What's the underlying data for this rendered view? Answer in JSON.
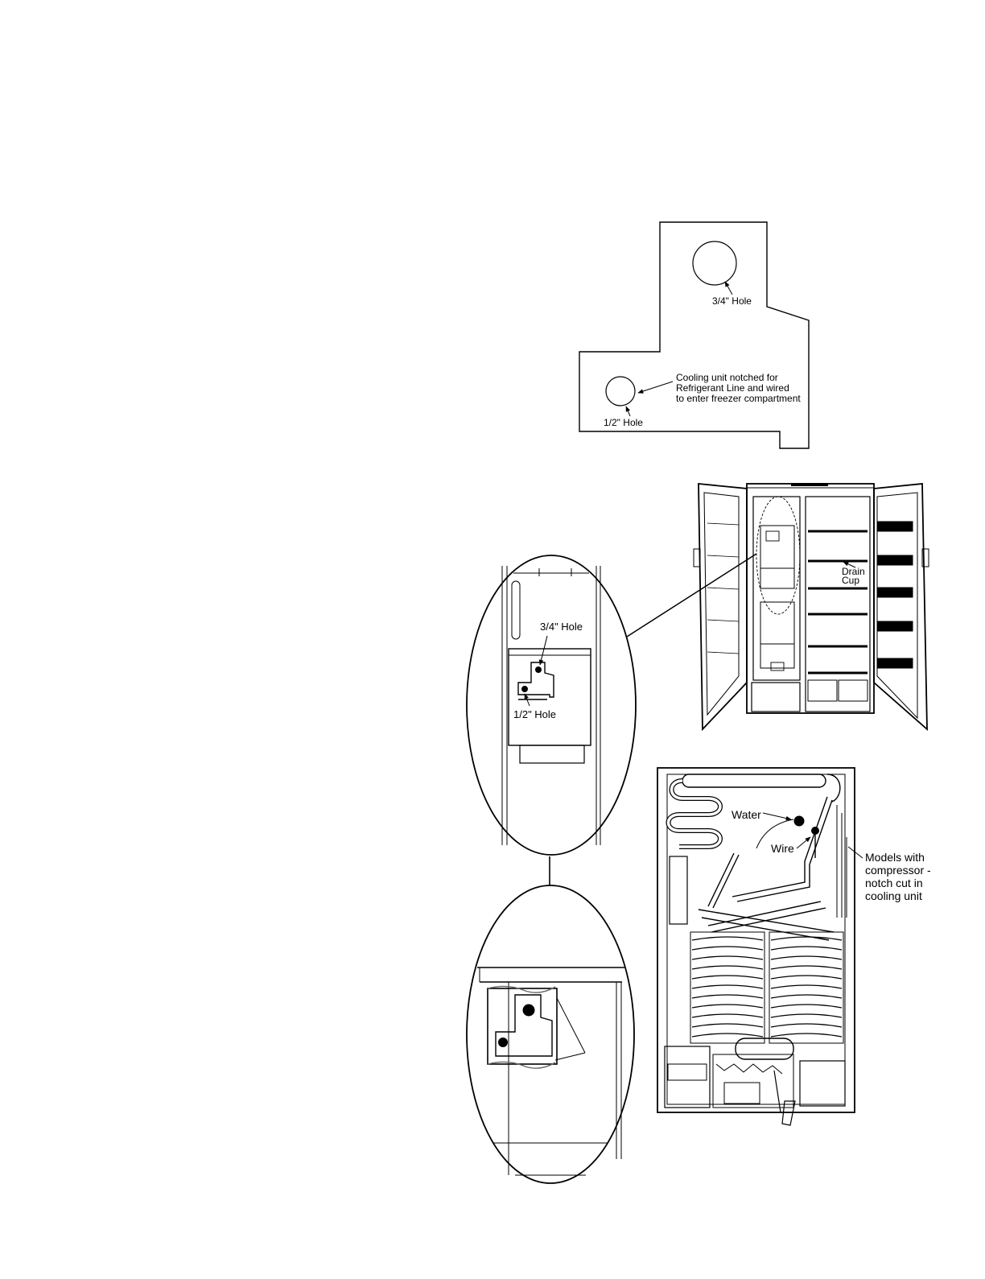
{
  "notch_template": {
    "large_hole_label": "3/4\" Hole",
    "small_hole_label": "1/2\" Hole",
    "callout_line1": "Cooling unit notched for",
    "callout_line2": "Refrigerant Line and wired",
    "callout_line3": "to enter freezer compartment"
  },
  "refrigerator_view": {
    "drain_cup_line1": "Drain",
    "drain_cup_line2": "Cup"
  },
  "detail_oval_upper": {
    "large_hole_label": "3/4\" Hole",
    "small_hole_label": "1/2\" Hole"
  },
  "rear_view": {
    "water_label": "Water",
    "wire_label": "Wire",
    "models_line1": "Models with",
    "models_line2": "compressor -",
    "models_line3": "notch cut in",
    "models_line4": "cooling unit"
  },
  "colors": {
    "ink": "#000000",
    "paper": "#ffffff",
    "wire_gray": "#555555"
  }
}
